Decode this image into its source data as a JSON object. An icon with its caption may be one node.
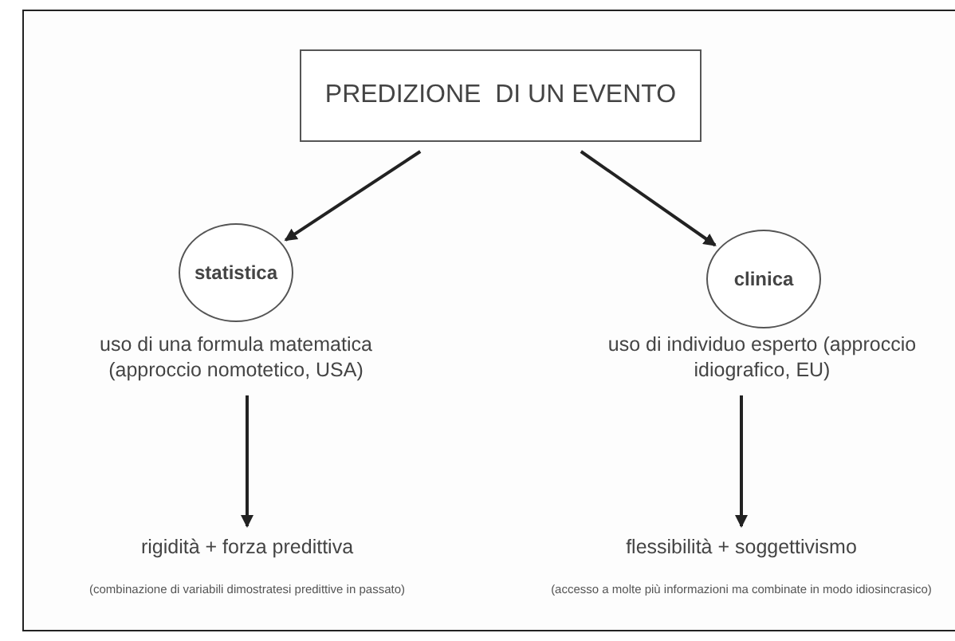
{
  "diagram": {
    "nodes": [
      {
        "text": [
          "PREDIZIONE  DI UN EVENTO"
        ]
      },
      {
        "text": [
          "statistica"
        ]
      },
      {
        "text": [
          "clinica"
        ]
      },
      {
        "text": [
          "uso di una formula matematica (approccio nomotetico, USA)"
        ]
      },
      {
        "text": [
          "uso di individuo esperto (approccio idiografico, EU)"
        ]
      },
      {
        "text": [
          "rigidità + forza predittiva",
          "(combinazione di variabili dimostratesi predittive in passato)"
        ]
      },
      {
        "text": [
          "flessibilità + soggettivismo",
          "(accesso a molte più informazioni ma combinate in modo idiosincrasico)"
        ]
      }
    ],
    "edges": [
      {
        "from": 0,
        "to": 1,
        "arrow": "to"
      },
      {
        "from": 0,
        "to": 2,
        "arrow": "to"
      },
      {
        "from": 3,
        "to": 5,
        "arrow": "to"
      },
      {
        "from": 4,
        "to": 6,
        "arrow": "to"
      }
    ]
  }
}
